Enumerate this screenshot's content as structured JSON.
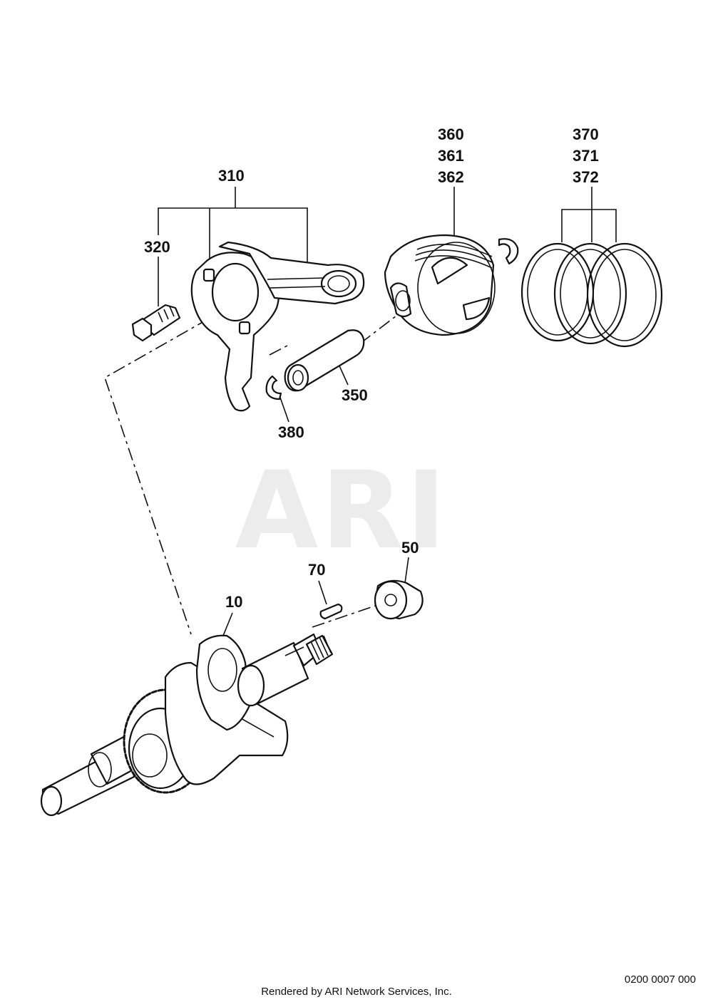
{
  "watermark": "ARI",
  "parts": {
    "p310": "310",
    "p320": "320",
    "p360": "360",
    "p361": "361",
    "p362": "362",
    "p370": "370",
    "p371": "371",
    "p372": "372",
    "p350": "350",
    "p380": "380",
    "p50": "50",
    "p70": "70",
    "p10": "10"
  },
  "footer": {
    "credit": "Rendered by ARI Network Services, Inc.",
    "diagram_code": "0200 0007 000"
  }
}
